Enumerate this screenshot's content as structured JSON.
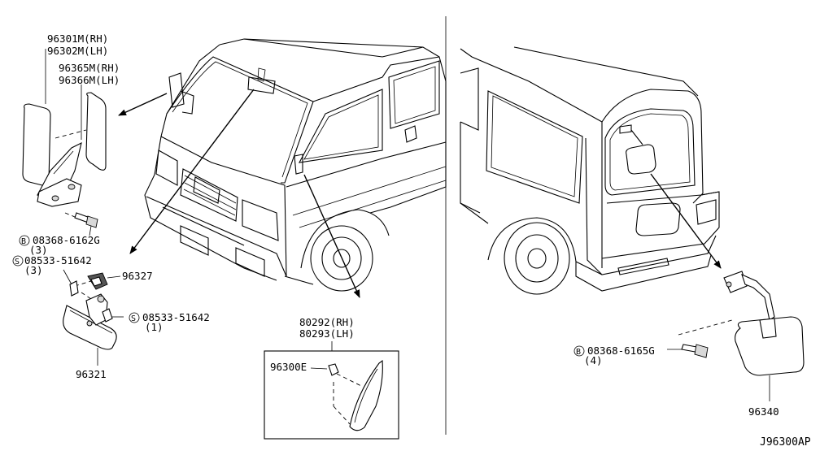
{
  "labels": {
    "mirror_door_rh": "96301M(RH)",
    "mirror_door_lh": "96302M(LH)",
    "glass_rh": "96365M(RH)",
    "glass_lh": "96366M(LH)",
    "bolt_a": "08368-6162G",
    "bolt_a_qty": "(3)",
    "screw_a": "08533-51642",
    "screw_a_qty": "(3)",
    "bracket": "96327",
    "screw_b": "08533-51642",
    "screw_b_qty": "(1)",
    "inside_mirror": "96321",
    "deflector_rh": "80292(RH)",
    "deflector_lh": "80293(LH)",
    "clip": "96300E",
    "bolt_b": "08368-6165G",
    "bolt_b_qty": "(4)",
    "rear_mirror": "96340",
    "diagram_code": "J96300AP"
  },
  "symbols": {
    "bolt_symbol": "B",
    "screw_symbol": "S"
  }
}
